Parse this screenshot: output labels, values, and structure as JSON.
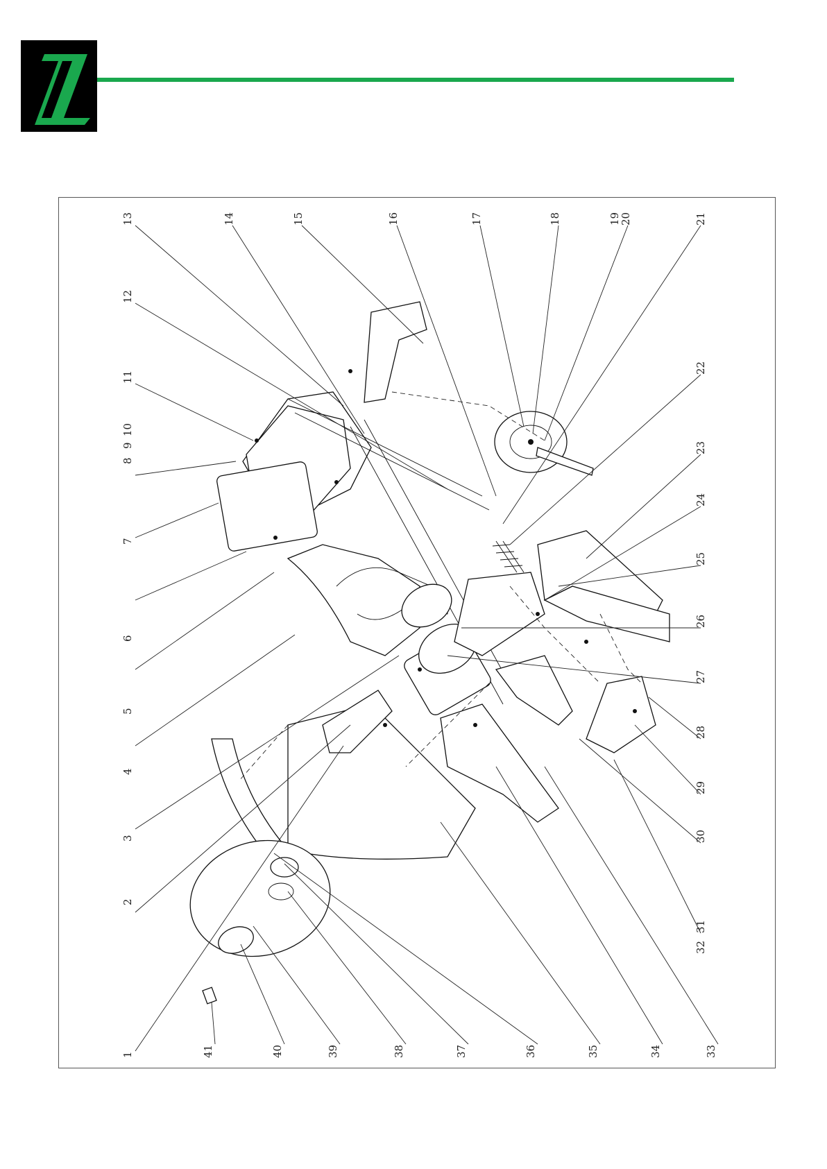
{
  "brand": {
    "logo_icon": "z-monogram-logo",
    "accent": "#1aa84e",
    "logo_bg": "#000000"
  },
  "diagram": {
    "type": "exploded-parts-view",
    "callouts_top": [
      "13",
      "12",
      "11",
      "8",
      "9",
      "10",
      "7",
      "6",
      "5",
      "4",
      "3",
      "2"
    ],
    "callouts_right_top": [
      "14",
      "15",
      "16",
      "17",
      "18",
      "19",
      "20",
      "21"
    ],
    "callouts_right_bottom": [
      "22",
      "23",
      "24",
      "25",
      "26",
      "27",
      "28",
      "29",
      "30",
      "31",
      "32"
    ],
    "callouts_bottom": [
      "41",
      "40",
      "39",
      "38",
      "37",
      "36",
      "35",
      "34",
      "33"
    ],
    "callouts_left_bottom": [
      "1"
    ]
  }
}
